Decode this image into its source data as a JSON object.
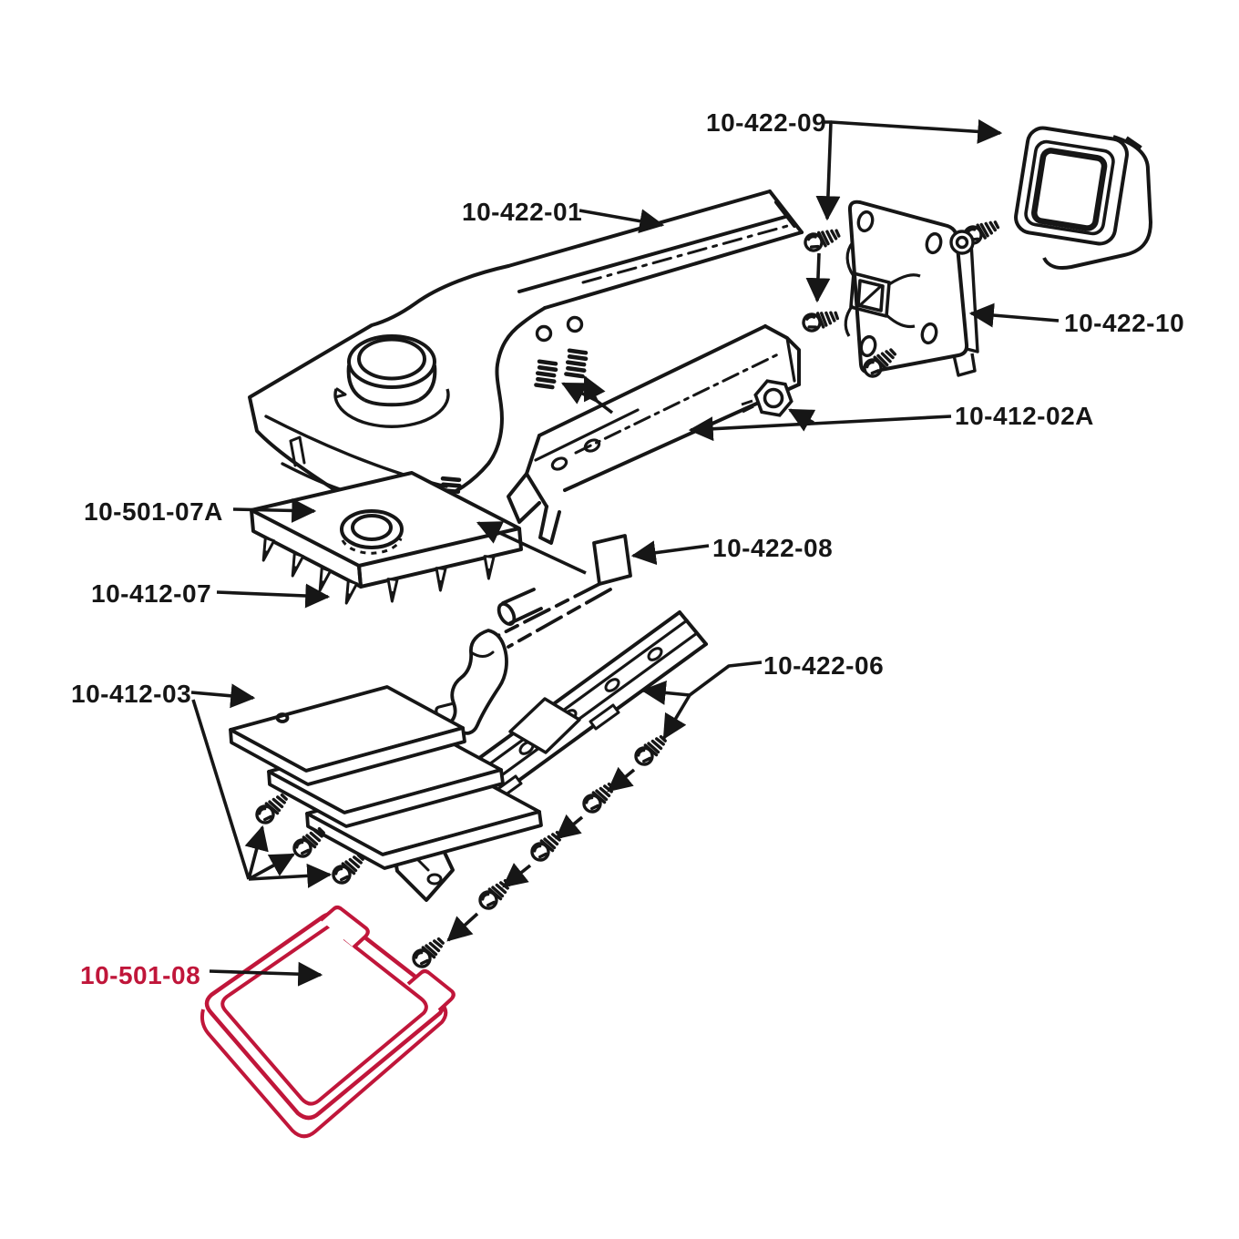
{
  "diagram": {
    "type": "exploded-parts-diagram",
    "highlighted_part": "10-501-08",
    "colors": {
      "line": "#161616",
      "highlight": "#c0163a",
      "background": "#ffffff"
    },
    "labels": {
      "p422_09": "10-422-09",
      "p422_01": "10-422-01",
      "p422_10": "10-422-10",
      "p412_02A": "10-412-02A",
      "p501_07A": "10-501-07A",
      "p412_07": "10-412-07",
      "p422_08": "10-422-08",
      "p412_03": "10-412-03",
      "p422_06": "10-422-06",
      "p501_08": "10-501-08"
    }
  }
}
